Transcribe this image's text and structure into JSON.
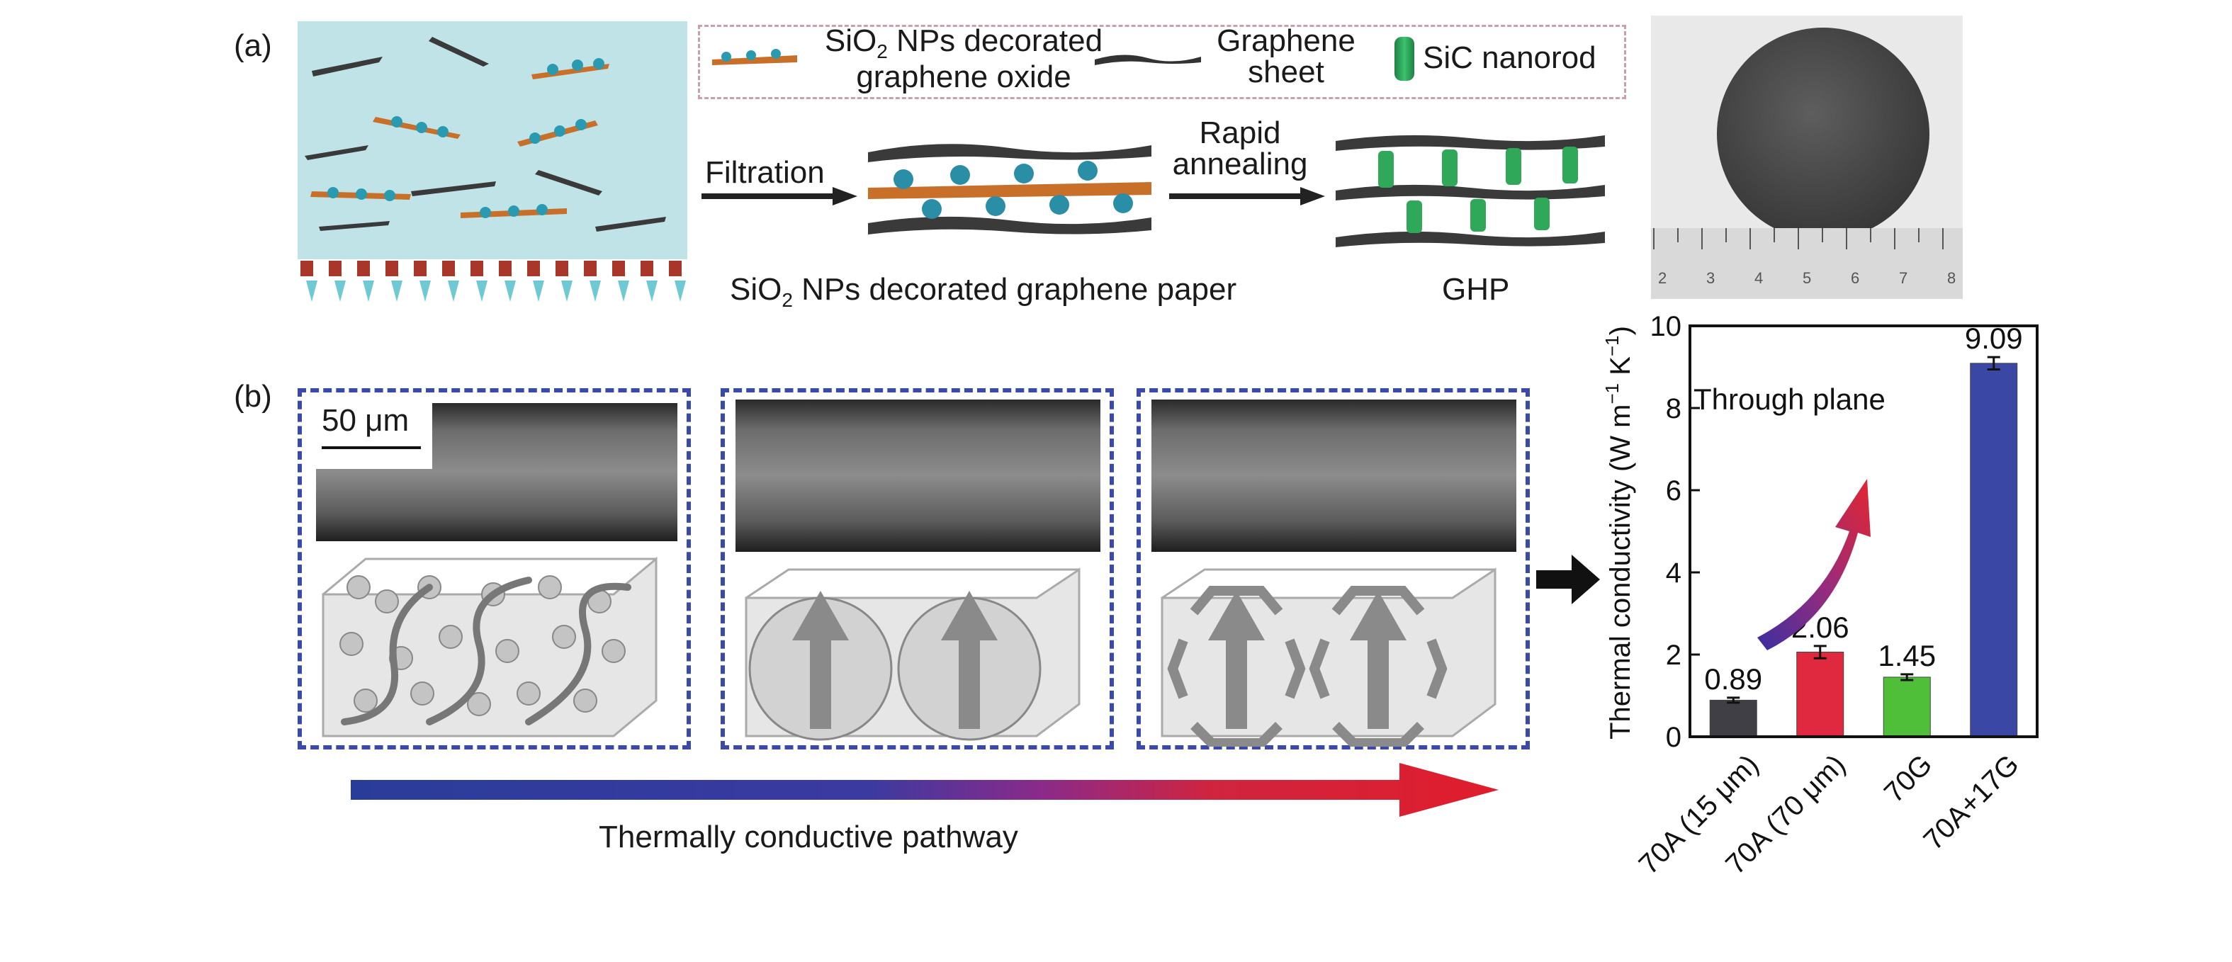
{
  "panel_a": {
    "label": "(a)",
    "legend": {
      "item1_line1_pre": "SiO",
      "item1_line1_sub": "2",
      "item1_line1_post": " NPs decorated",
      "item1_line2": "graphene oxide",
      "item2_line1": "Graphene",
      "item2_line2": "sheet",
      "item3": "SiC nanorod"
    },
    "step1": "Filtration",
    "step2_line1": "Rapid",
    "step2_line2": "annealing",
    "caption1_pre": "SiO",
    "caption1_sub": "2",
    "caption1_post": " NPs decorated graphene paper",
    "caption2": "GHP",
    "ruler_ticks": [
      "2",
      "3",
      "4",
      "5",
      "6",
      "7",
      "8"
    ]
  },
  "panel_b": {
    "label": "(b)",
    "scale_bar": "50 μm",
    "pathway_label": "Thermally conductive pathway"
  },
  "colors": {
    "bar_70a_15": "#3f3f45",
    "bar_70a_70": "#e0283f",
    "bar_70g": "#4fbf3a",
    "bar_70a_17g": "#3b47a5",
    "frame_dash": "#3a4aa8",
    "water": "#bfe3e6",
    "graphene_oxide": "#c8702a",
    "nanoparticle": "#2a9ab0",
    "sic": "#2fa85a"
  },
  "chart_data": {
    "type": "bar",
    "categories": [
      "70A (15 μm)",
      "70A (70 μm)",
      "70G",
      "70A+17G"
    ],
    "values": [
      0.89,
      2.06,
      1.45,
      9.09
    ],
    "errors": [
      0.06,
      0.15,
      0.07,
      0.15
    ],
    "value_labels": [
      "0.89",
      "2.06",
      "1.45",
      "9.09"
    ],
    "ylabel_pre": "Thermal conductivity (W m",
    "ylabel_sup1": "−1",
    "ylabel_mid": " K",
    "ylabel_sup2": "−1",
    "ylabel_post": ")",
    "ylim": [
      0,
      10
    ],
    "yticks": [
      "0",
      "2",
      "4",
      "6",
      "8",
      "10"
    ],
    "annotation": "Through plane",
    "grid": false
  }
}
